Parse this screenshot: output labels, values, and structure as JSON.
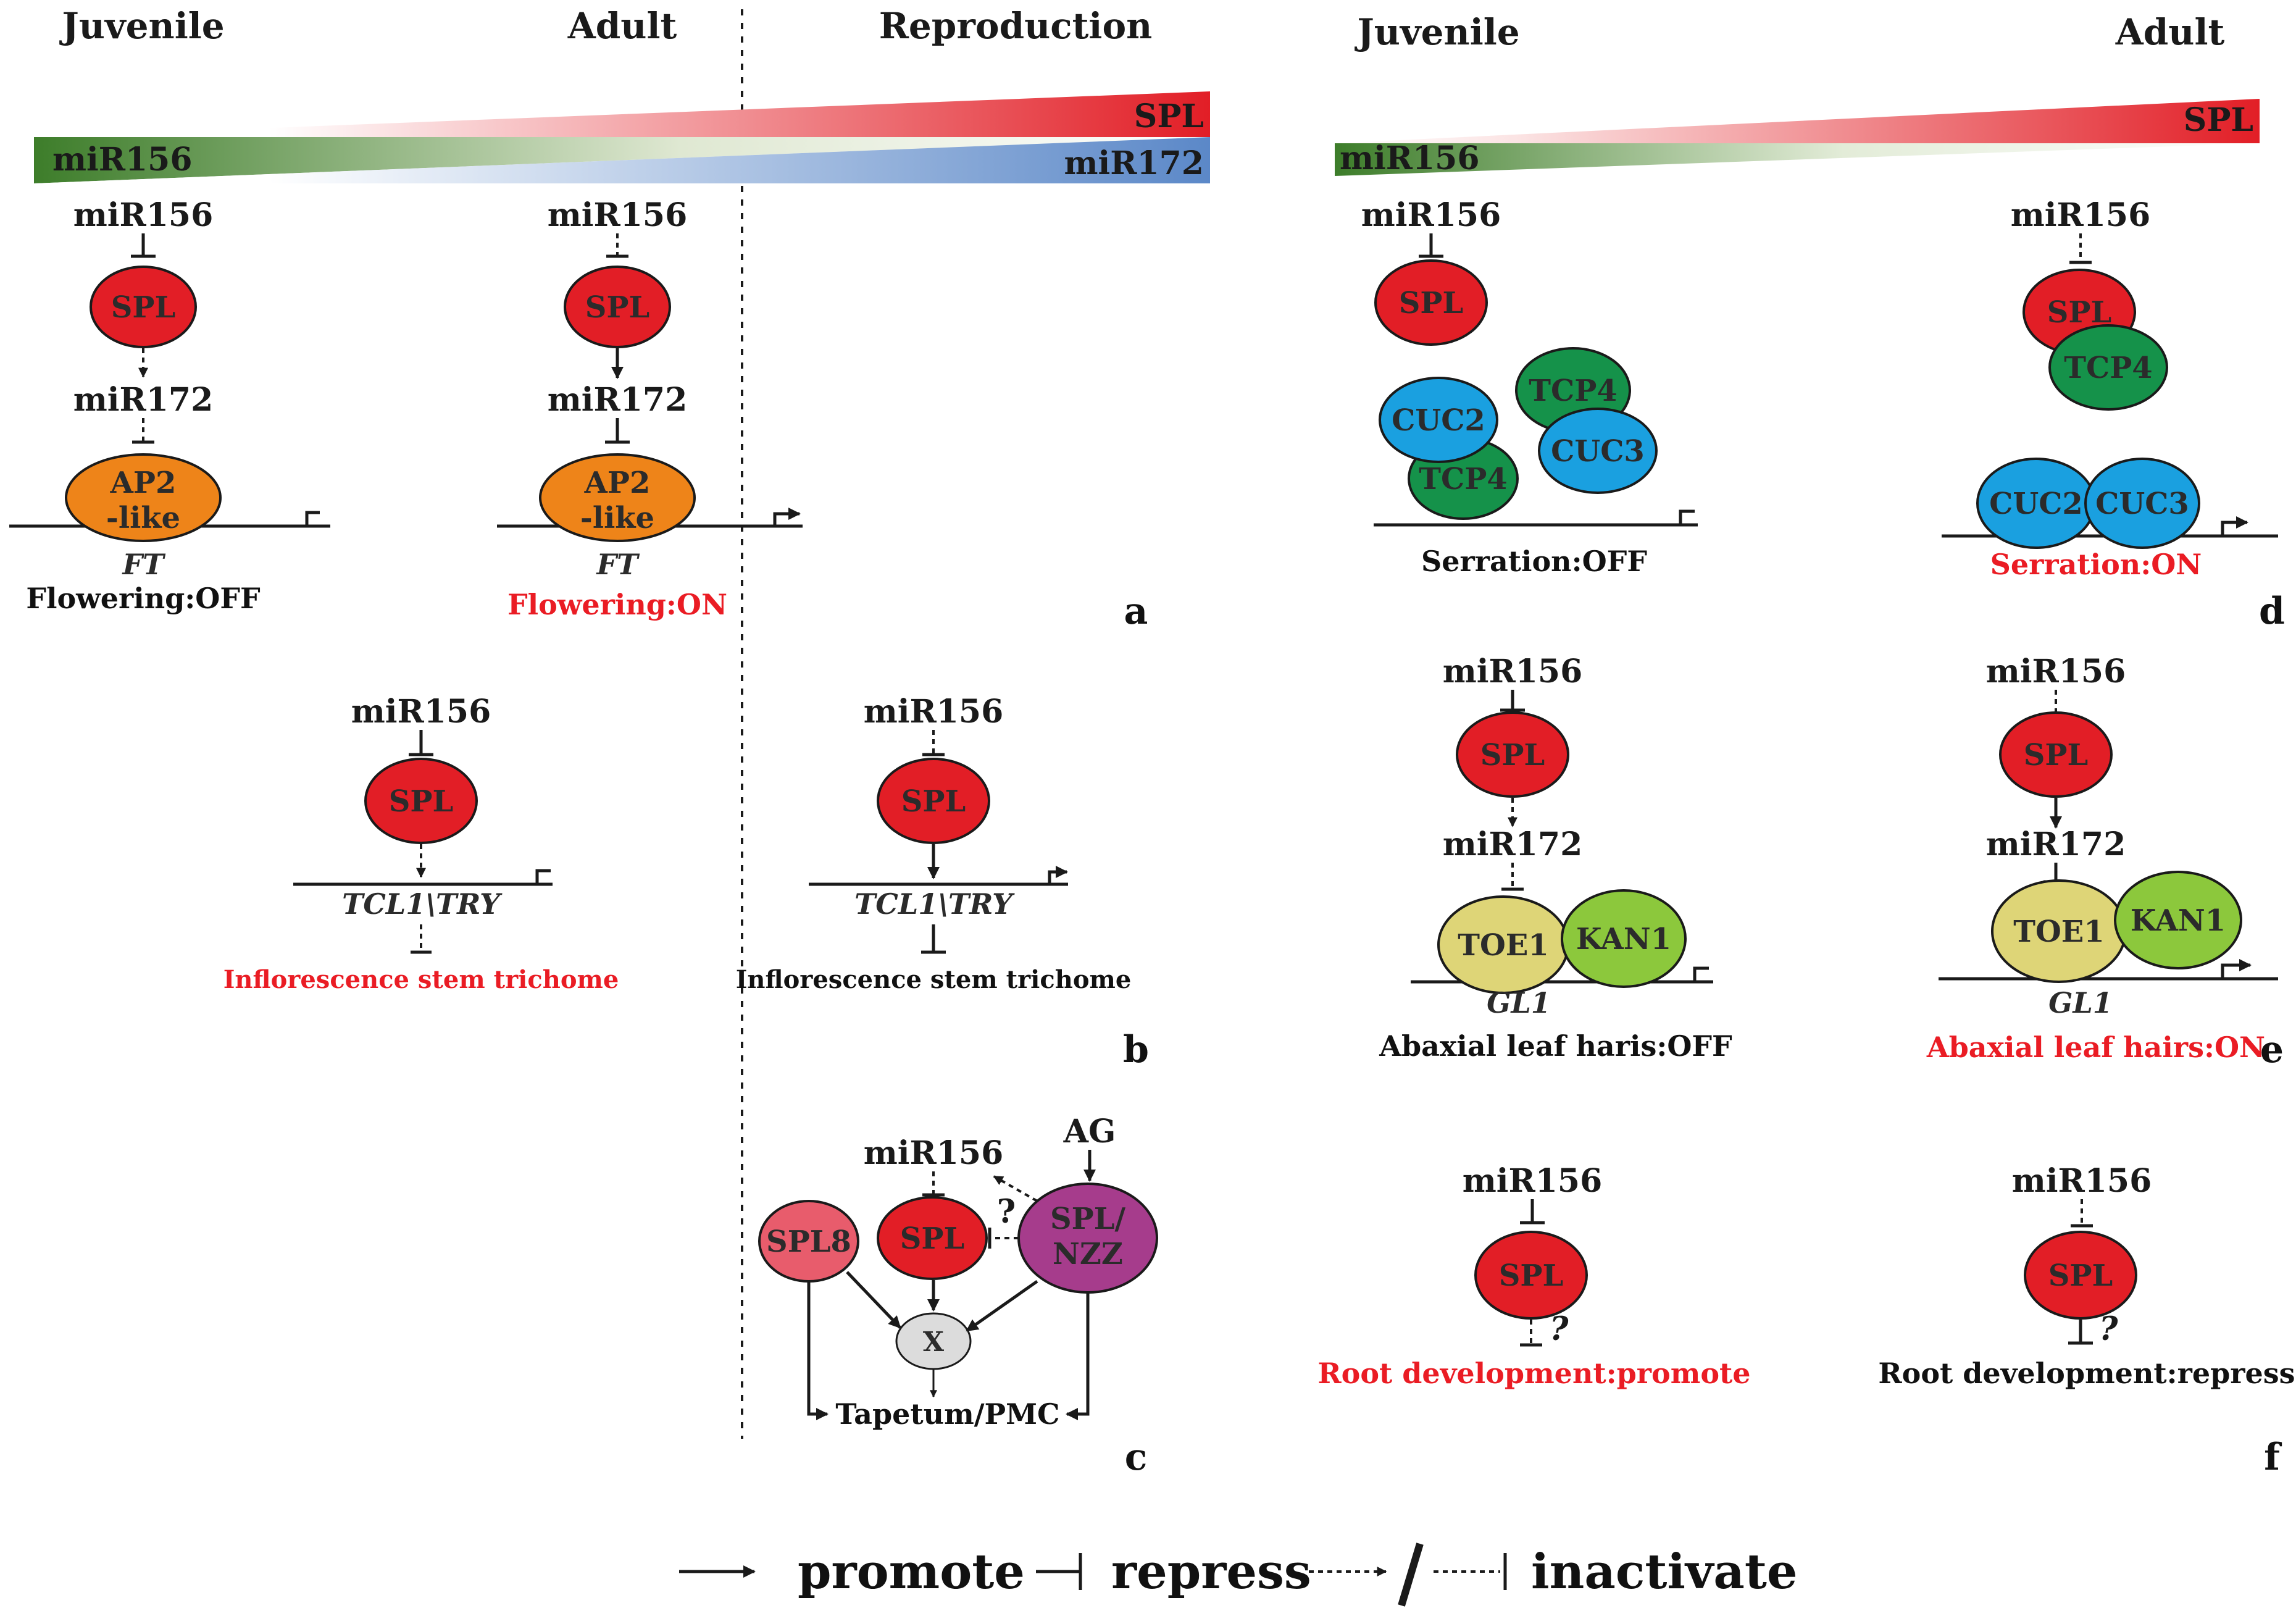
{
  "colors": {
    "spl": "#e21e26",
    "spl8": "#e85c6c",
    "nzz": "#a63c8c",
    "ap2": "#ee8419",
    "cuc": "#1aa0e0",
    "tcp": "#15924a",
    "toe1": "#ded577",
    "kan1": "#8cc83c",
    "x": "#dcdcdc",
    "mir156_bar": "#3d7d2a",
    "mir172_bar": "#5b88c8",
    "accent_red": "#ea1c24"
  },
  "headers": {
    "left_juvenile": "Juvenile",
    "left_adult": "Adult",
    "reproduction": "Reproduction",
    "right_juvenile": "Juvenile",
    "right_adult": "Adult"
  },
  "bars": {
    "spl": "SPL",
    "mir156": "miR156",
    "mir172": "miR172",
    "right_spl": "SPL",
    "right_mir156": "miR156"
  },
  "panel_a": {
    "letter": "a",
    "juvenile": {
      "mir156": "miR156",
      "spl": "SPL",
      "mir172": "miR172",
      "ap2_line1": "AP2",
      "ap2_line2": "-like",
      "gene": "FT",
      "outcome": "Flowering:OFF"
    },
    "adult": {
      "mir156": "miR156",
      "spl": "SPL",
      "mir172": "miR172",
      "ap2_line1": "AP2",
      "ap2_line2": "-like",
      "gene": "FT",
      "outcome": "Flowering:ON"
    }
  },
  "panel_b": {
    "letter": "b",
    "juvenile": {
      "mir156": "miR156",
      "spl": "SPL",
      "gene": "TCL1\\TRY",
      "outcome": "Inflorescence stem trichome"
    },
    "adult": {
      "mir156": "miR156",
      "spl": "SPL",
      "gene": "TCL1\\TRY",
      "outcome": "Inflorescence stem trichome"
    }
  },
  "panel_c": {
    "letter": "c",
    "mir156": "miR156",
    "ag": "AG",
    "spl8": "SPL8",
    "spl": "SPL",
    "nzz_line1": "SPL/",
    "nzz_line2": "NZZ",
    "question": "?",
    "x": "X",
    "target": "Tapetum/PMC"
  },
  "panel_d": {
    "letter": "d",
    "juvenile": {
      "mir156": "miR156",
      "spl": "SPL",
      "cuc2": "CUC2",
      "tcp4_a": "TCP4",
      "tcp4_b": "TCP4",
      "cuc3": "CUC3",
      "outcome": "Serration:OFF"
    },
    "adult": {
      "mir156": "miR156",
      "spl": "SPL",
      "tcp4": "TCP4",
      "cuc2": "CUC2",
      "cuc3": "CUC3",
      "outcome": "Serration:ON"
    }
  },
  "panel_e": {
    "letter": "e",
    "juvenile": {
      "mir156": "miR156",
      "spl": "SPL",
      "mir172": "miR172",
      "toe1": "TOE1",
      "kan1": "KAN1",
      "gene": "GL1",
      "outcome": "Abaxial leaf haris:OFF"
    },
    "adult": {
      "mir156": "miR156",
      "spl": "SPL",
      "mir172": "miR172",
      "toe1": "TOE1",
      "kan1": "KAN1",
      "gene": "GL1",
      "outcome": "Abaxial leaf hairs:ON"
    }
  },
  "panel_f": {
    "letter": "f",
    "juvenile": {
      "mir156": "miR156",
      "spl": "SPL",
      "question": "?",
      "outcome": "Root development:promote"
    },
    "adult": {
      "mir156": "miR156",
      "spl": "SPL",
      "question": "?",
      "outcome": "Root development:repress"
    }
  },
  "legend": {
    "promote": "promote",
    "repress": "repress",
    "inactivate": "inactivate"
  }
}
